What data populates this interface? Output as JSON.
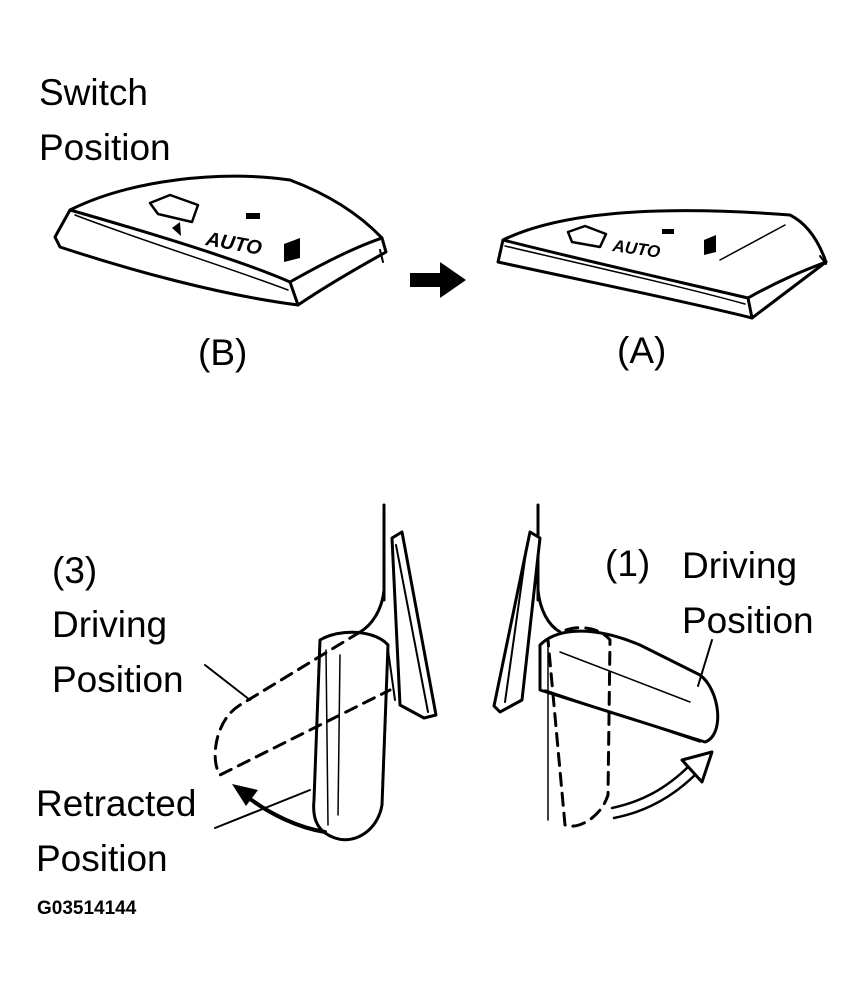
{
  "labels": {
    "switch_line1": "Switch",
    "switch_line2": "Position",
    "label_b": "(B)",
    "label_a": "(A)",
    "label_3": "(3)",
    "left_driving_line1": "Driving",
    "left_driving_line2": "Position",
    "label_1": "(1)",
    "right_driving_line1": "Driving",
    "right_driving_line2": "Position",
    "retracted_line1": "Retracted",
    "retracted_line2": "Position",
    "figure_code": "G03514144"
  },
  "switch_text": {
    "auto_b": "AUTO",
    "auto_a": "AUTO"
  },
  "colors": {
    "ink": "#000000",
    "background": "#ffffff"
  }
}
